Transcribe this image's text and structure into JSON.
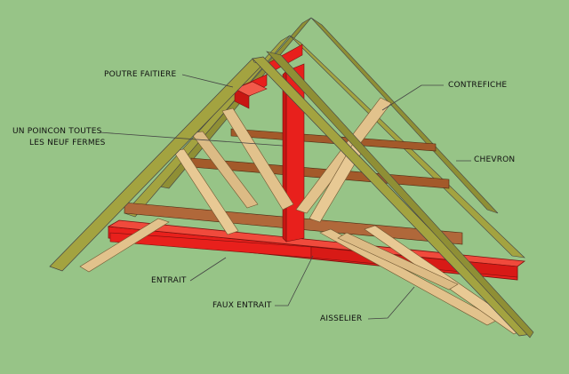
{
  "labels": {
    "poutre_faitiere": "POUTRE FAITIERE",
    "poincon_line1": "UN POINCON TOUTES",
    "poincon_line2": "LES NEUF FERMES",
    "contrefiche": "CONTREFICHE",
    "chevron": "CHEVRON",
    "entrait": "ENTRAIT",
    "faux_entrait": "FAUX ENTRAIT",
    "aisselier": "AISSELIER"
  },
  "colors": {
    "background": "#97c487",
    "structural_red": "#e8201c",
    "rafter_olive": "#9a9a3c",
    "light_wood": "#e2c28c",
    "purlin_brown": "#a35a2a",
    "leader_line": "#444444"
  }
}
